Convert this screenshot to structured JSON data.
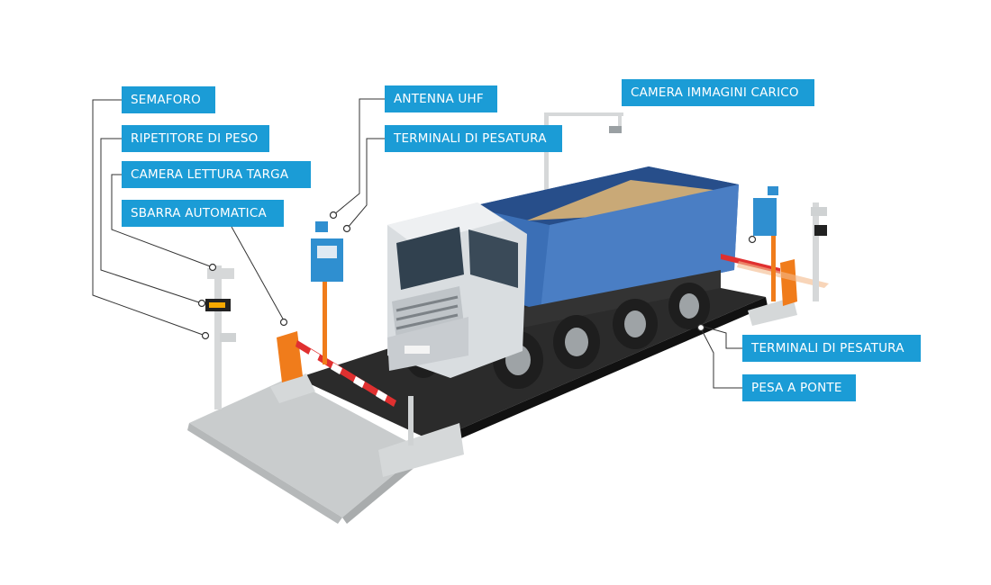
{
  "colors": {
    "label_bg": "#1b9cd6",
    "truck_body": "#3b6fb6",
    "cab": "#d9dde0",
    "platform": "#2a2a2a",
    "barrier_orange": "#f07c1b",
    "terminal_blue": "#2f8fd0",
    "concrete": "#cfd2d3",
    "leader_line": "#333333"
  },
  "labels": {
    "semaforo": "SEMAFORO",
    "ripetitore": "RIPETITORE DI PESO",
    "camera_targa": "CAMERA LETTURA TARGA",
    "sbarra": "SBARRA AUTOMATICA",
    "antenna": "ANTENNA UHF",
    "terminali_left": "TERMINALI DI PESATURA",
    "camera_carico": "CAMERA IMMAGINI CARICO",
    "terminali_right": "TERMINALI DI PESATURA",
    "pesa": "PESA A PONTE"
  }
}
